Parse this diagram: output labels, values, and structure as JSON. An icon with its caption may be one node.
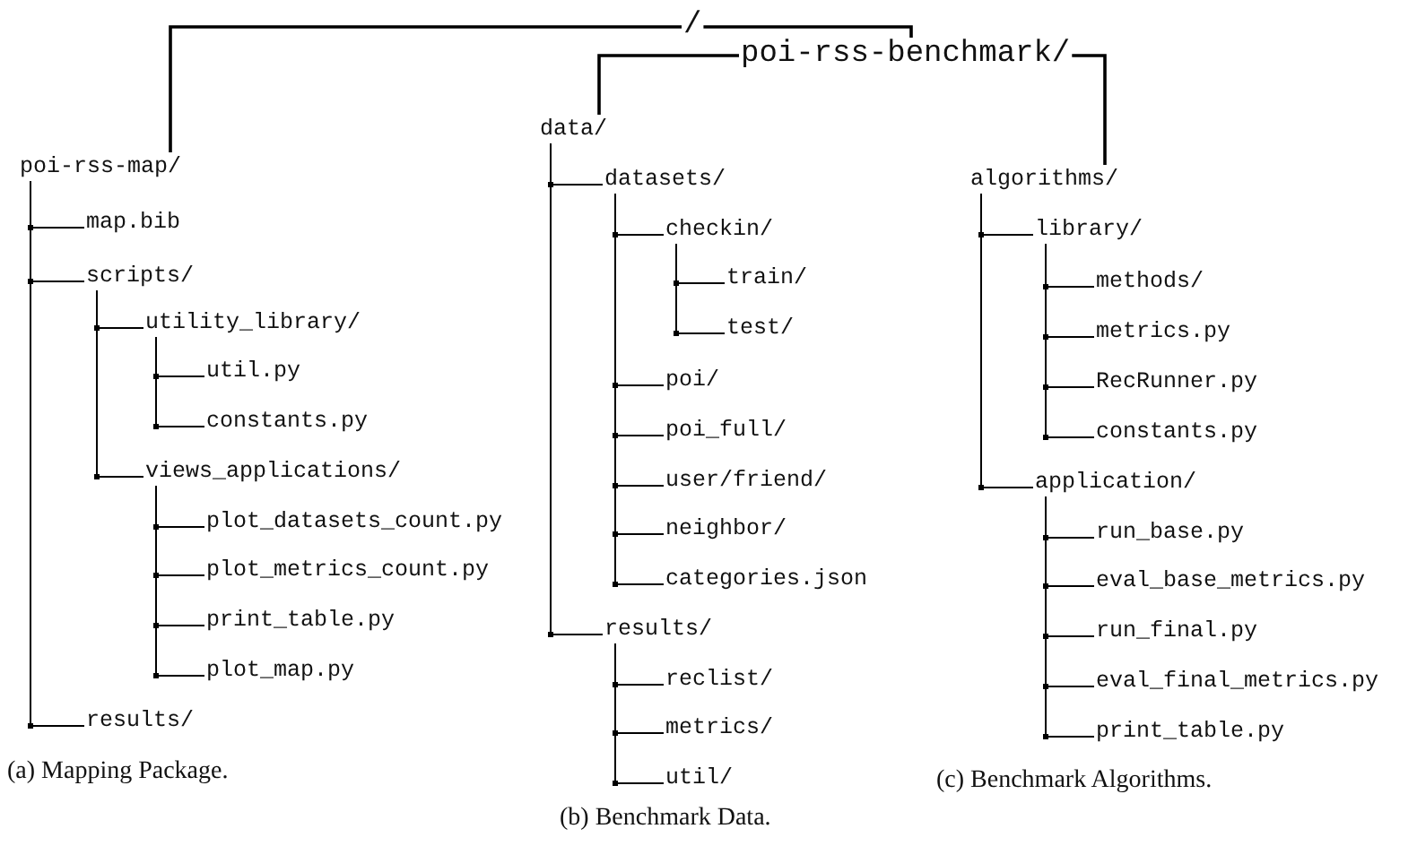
{
  "diagram": {
    "nodes": [
      {
        "text": [
          "/"
        ]
      },
      {
        "text": [
          "poi-rss-benchmark/"
        ]
      },
      {
        "text": [
          "poi-rss-map/"
        ]
      },
      {
        "text": [
          "map.bib"
        ]
      },
      {
        "text": [
          "scripts/"
        ]
      },
      {
        "text": [
          "utility_library/"
        ]
      },
      {
        "text": [
          "util.py"
        ]
      },
      {
        "text": [
          "constants.py"
        ]
      },
      {
        "text": [
          "views_applications/"
        ]
      },
      {
        "text": [
          "plot_datasets_count.py"
        ]
      },
      {
        "text": [
          "plot_metrics_count.py"
        ]
      },
      {
        "text": [
          "print_table.py"
        ]
      },
      {
        "text": [
          "plot_map.py"
        ]
      },
      {
        "text": [
          "results/"
        ]
      },
      {
        "text": [
          "data/"
        ]
      },
      {
        "text": [
          "datasets/"
        ]
      },
      {
        "text": [
          "checkin/"
        ]
      },
      {
        "text": [
          "train/"
        ]
      },
      {
        "text": [
          "test/"
        ]
      },
      {
        "text": [
          "poi/"
        ]
      },
      {
        "text": [
          "poi_full/"
        ]
      },
      {
        "text": [
          "user/friend/"
        ]
      },
      {
        "text": [
          "neighbor/"
        ]
      },
      {
        "text": [
          "categories.json"
        ]
      },
      {
        "text": [
          "results/"
        ]
      },
      {
        "text": [
          "reclist/"
        ]
      },
      {
        "text": [
          "metrics/"
        ]
      },
      {
        "text": [
          "util/"
        ]
      },
      {
        "text": [
          "algorithms/"
        ]
      },
      {
        "text": [
          "library/"
        ]
      },
      {
        "text": [
          "methods/"
        ]
      },
      {
        "text": [
          "metrics.py"
        ]
      },
      {
        "text": [
          "RecRunner.py"
        ]
      },
      {
        "text": [
          "constants.py"
        ]
      },
      {
        "text": [
          "application/"
        ]
      },
      {
        "text": [
          "run_base.py"
        ]
      },
      {
        "text": [
          "eval_base_metrics.py"
        ]
      },
      {
        "text": [
          "run_final.py"
        ]
      },
      {
        "text": [
          "eval_final_metrics.py"
        ]
      },
      {
        "text": [
          "print_table.py"
        ]
      }
    ],
    "edges": [
      {
        "from": 0,
        "to": 2,
        "arrow": "none"
      },
      {
        "from": 0,
        "to": 1,
        "arrow": "none"
      },
      {
        "from": 1,
        "to": 14,
        "arrow": "none"
      },
      {
        "from": 1,
        "to": 28,
        "arrow": "none"
      },
      {
        "from": 2,
        "to": 3,
        "arrow": "none"
      },
      {
        "from": 2,
        "to": 4,
        "arrow": "none"
      },
      {
        "from": 2,
        "to": 13,
        "arrow": "none"
      },
      {
        "from": 4,
        "to": 5,
        "arrow": "none"
      },
      {
        "from": 4,
        "to": 8,
        "arrow": "none"
      },
      {
        "from": 5,
        "to": 6,
        "arrow": "none"
      },
      {
        "from": 5,
        "to": 7,
        "arrow": "none"
      },
      {
        "from": 8,
        "to": 9,
        "arrow": "none"
      },
      {
        "from": 8,
        "to": 10,
        "arrow": "none"
      },
      {
        "from": 8,
        "to": 11,
        "arrow": "none"
      },
      {
        "from": 8,
        "to": 12,
        "arrow": "none"
      },
      {
        "from": 14,
        "to": 15,
        "arrow": "none"
      },
      {
        "from": 14,
        "to": 24,
        "arrow": "none"
      },
      {
        "from": 15,
        "to": 16,
        "arrow": "none"
      },
      {
        "from": 15,
        "to": 19,
        "arrow": "none"
      },
      {
        "from": 15,
        "to": 20,
        "arrow": "none"
      },
      {
        "from": 15,
        "to": 21,
        "arrow": "none"
      },
      {
        "from": 15,
        "to": 22,
        "arrow": "none"
      },
      {
        "from": 15,
        "to": 23,
        "arrow": "none"
      },
      {
        "from": 16,
        "to": 17,
        "arrow": "none"
      },
      {
        "from": 16,
        "to": 18,
        "arrow": "none"
      },
      {
        "from": 24,
        "to": 25,
        "arrow": "none"
      },
      {
        "from": 24,
        "to": 26,
        "arrow": "none"
      },
      {
        "from": 24,
        "to": 27,
        "arrow": "none"
      },
      {
        "from": 28,
        "to": 29,
        "arrow": "none"
      },
      {
        "from": 28,
        "to": 34,
        "arrow": "none"
      },
      {
        "from": 29,
        "to": 30,
        "arrow": "none"
      },
      {
        "from": 29,
        "to": 31,
        "arrow": "none"
      },
      {
        "from": 29,
        "to": 32,
        "arrow": "none"
      },
      {
        "from": 29,
        "to": 33,
        "arrow": "none"
      },
      {
        "from": 34,
        "to": 35,
        "arrow": "none"
      },
      {
        "from": 34,
        "to": 36,
        "arrow": "none"
      },
      {
        "from": 34,
        "to": 37,
        "arrow": "none"
      },
      {
        "from": 34,
        "to": 38,
        "arrow": "none"
      },
      {
        "from": 34,
        "to": 39,
        "arrow": "none"
      }
    ],
    "labels": [
      "(a) Mapping Package.",
      "(b) Benchmark Data.",
      "(c) Benchmark Algorithms."
    ]
  }
}
